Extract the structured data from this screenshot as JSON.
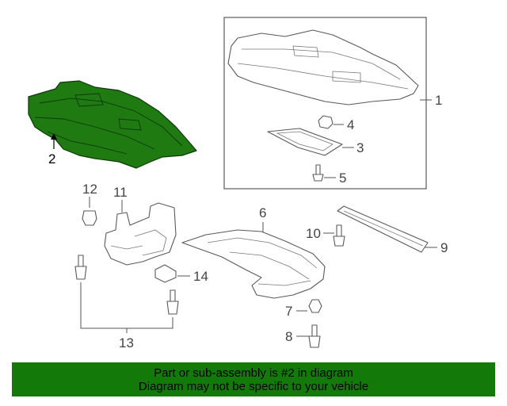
{
  "colors": {
    "highlight": "#1f7a12",
    "banner": "#137a0a",
    "line": "#5a5a5a"
  },
  "callouts": {
    "c1": "1",
    "c2": "2",
    "c3": "3",
    "c4": "4",
    "c5": "5",
    "c6": "6",
    "c7": "7",
    "c8": "8",
    "c9": "9",
    "c10": "10",
    "c11": "11",
    "c12": "12",
    "c13": "13",
    "c14": "14"
  },
  "banner": {
    "line1": "Part or sub-assembly is #2 in diagram",
    "line2": "Diagram may not be specific to your vehicle"
  }
}
